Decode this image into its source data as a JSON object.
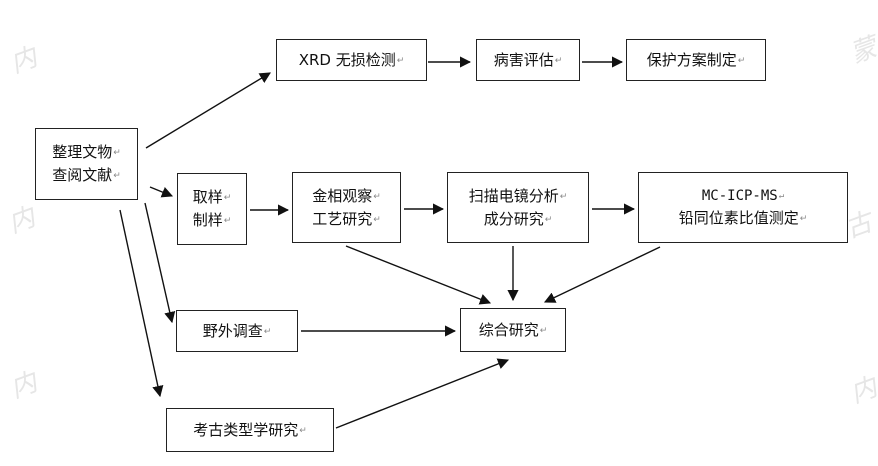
{
  "nodes": {
    "collect": {
      "line1": "整理文物",
      "line2": "查阅文献"
    },
    "xrd": {
      "line1": "XRD 无损检测"
    },
    "disease": {
      "line1": "病害评估"
    },
    "protection": {
      "line1": "保护方案制定"
    },
    "sampling": {
      "line1": "取样",
      "line2": "制样"
    },
    "metallography": {
      "line1": "金相观察",
      "line2": "工艺研究"
    },
    "sem": {
      "line1": "扫描电镜分析",
      "line2": "成分研究"
    },
    "icpms": {
      "line1": "MC-ICP-MS",
      "line2": "铅同位素比值测定"
    },
    "field": {
      "line1": "野外调查"
    },
    "synthesis": {
      "line1": "综合研究"
    },
    "typology": {
      "line1": "考古类型学研究"
    }
  }
}
